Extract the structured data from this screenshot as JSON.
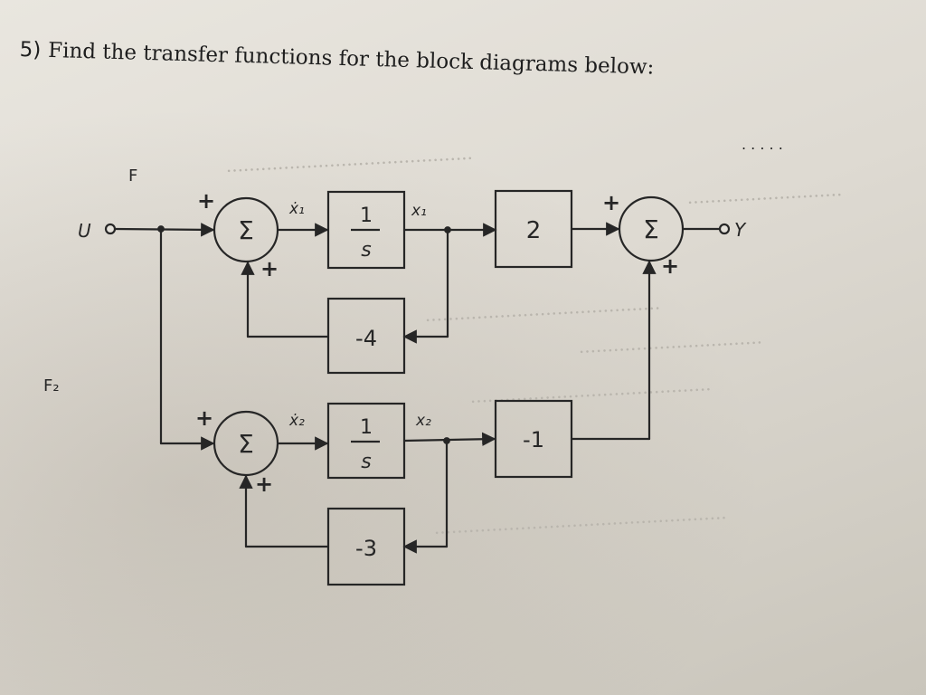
{
  "question": {
    "number": "5)",
    "text": "Find the transfer functions for the block diagrams below:"
  },
  "diagram": {
    "input_label": "U",
    "output_label": "Y",
    "upper_left_mark": "F",
    "lower_left_mark": "F₂",
    "top_right_dots": ". . . . .",
    "sum_symbol": "Σ",
    "plus_sign": "+",
    "signals": {
      "x1_dot": "ẋ₁",
      "x1": "x₁",
      "x2_dot": "ẋ₂",
      "x2": "x₂"
    },
    "blocks": {
      "integrator_1": {
        "numerator": "1",
        "denominator": "s"
      },
      "gain_2": "2",
      "feedback_1": "-4",
      "integrator_2": {
        "numerator": "1",
        "denominator": "s"
      },
      "gain_neg1": "-1",
      "feedback_2": "-3"
    }
  },
  "colors": {
    "ink": "#262626",
    "paper": "#e4e1da"
  }
}
